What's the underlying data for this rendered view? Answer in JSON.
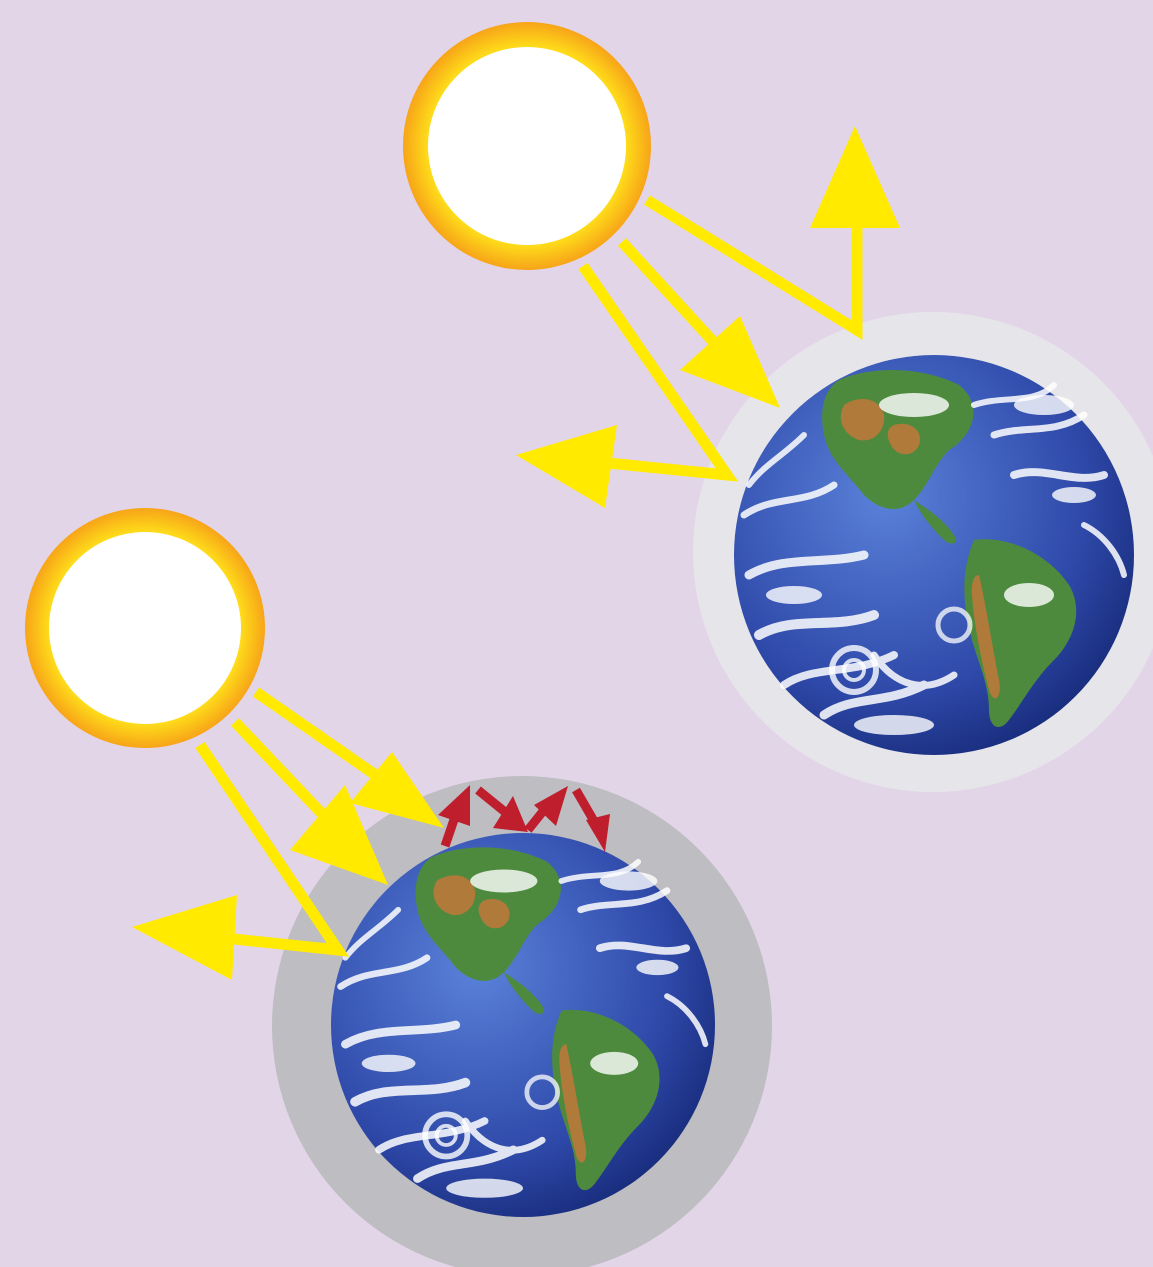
{
  "colors": {
    "background": "#e3d5e8",
    "sun_core": "#ffffff",
    "sun_rim_inner": "#ffe21a",
    "sun_rim_outer": "#f8a818",
    "ray": "#ffea00",
    "trapped_heat": "#bf1e2d",
    "atmosphere_thin": "#e6e6ea",
    "atmosphere_thick": "#bdbdc2",
    "ocean_light": "#4a6ecf",
    "ocean_dark": "#1c2f83",
    "land_green": "#4e8a3e",
    "land_brown": "#b07a3a",
    "clouds": "#ffffff"
  },
  "scenes": [
    {
      "id": "thin-atmosphere",
      "sun_icon": "sun-icon",
      "earth_icon": "earth-globe-icon",
      "atmosphere": "thin",
      "rays": [
        "incoming",
        "incoming",
        "reflected-up",
        "reflected-left"
      ]
    },
    {
      "id": "thick-atmosphere",
      "sun_icon": "sun-icon",
      "earth_icon": "earth-globe-icon",
      "atmosphere": "thick",
      "rays": [
        "incoming",
        "incoming",
        "incoming",
        "reflected-left"
      ],
      "trapped_heat_arrows": 4
    }
  ]
}
